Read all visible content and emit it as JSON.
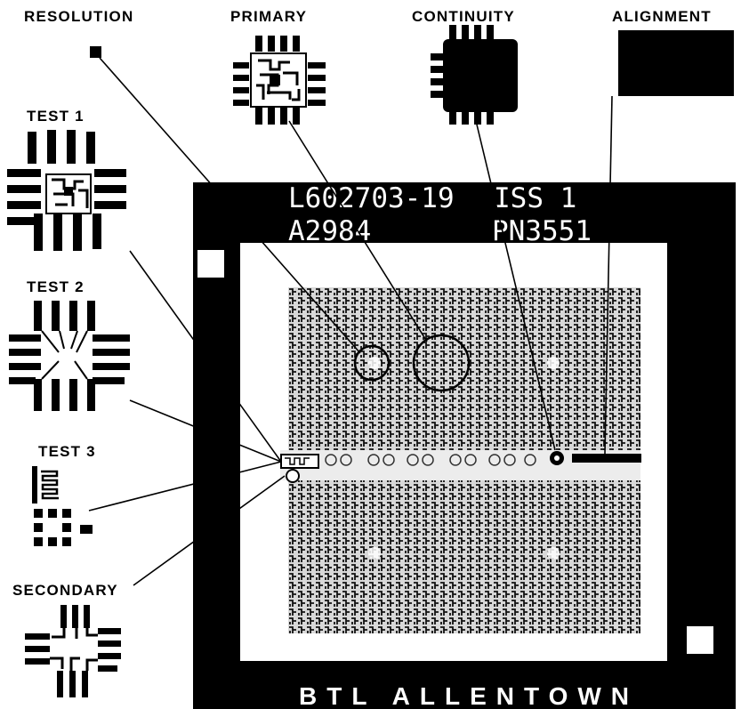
{
  "labels": {
    "resolution": "RESOLUTION",
    "primary": "PRIMARY",
    "continuity": "CONTINUITY",
    "alignment": "ALIGNMENT",
    "test1": "TEST 1",
    "test2": "TEST 2",
    "test3": "TEST 3",
    "secondary": "SECONDARY"
  },
  "mask": {
    "line1_left": "L602703-19",
    "line1_right": "ISS 1",
    "line2_left": "A2984",
    "line2_right": "PN3551",
    "footer": "BTL ALLENTOWN"
  },
  "colors": {
    "ink": "#000000",
    "paper": "#ffffff",
    "array_gray": "#5a5a5a"
  }
}
